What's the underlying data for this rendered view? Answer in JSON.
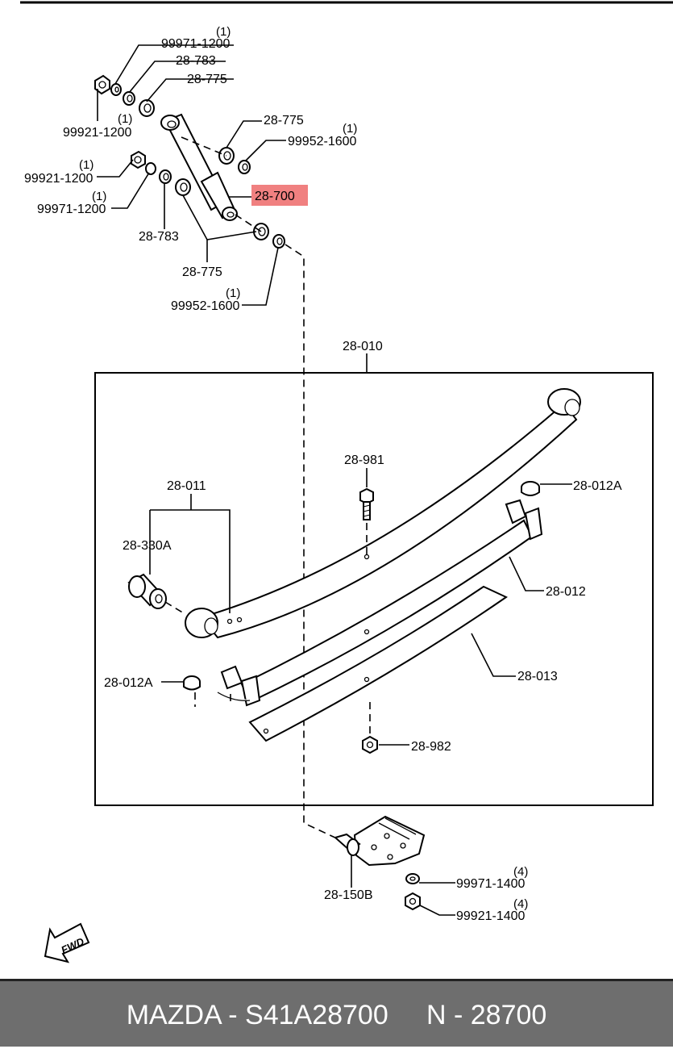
{
  "labels": {
    "l_99971_1200_top": "99971-1200",
    "l_99971_1200_top_qty": "(1)",
    "l_28_783_top": "28-783",
    "l_28_775_top": "28-775",
    "l_99921_1200_top": "99921-1200",
    "l_99921_1200_top_qty": "(1)",
    "l_28_775_mid": "28-775",
    "l_99952_1600_top": "99952-1600",
    "l_99952_1600_top_qty": "(1)",
    "l_99921_1200_mid": "99921-1200",
    "l_99921_1200_mid_qty": "(1)",
    "l_99971_1200_mid": "99971-1200",
    "l_99971_1200_mid_qty": "(1)",
    "l_28_700": "28-700",
    "l_28_783_mid": "28-783",
    "l_28_775_low": "28-775",
    "l_99952_1600_low": "99952-1600",
    "l_99952_1600_low_qty": "(1)",
    "l_28_010": "28-010",
    "l_28_981": "28-981",
    "l_28_012A_right": "28-012A",
    "l_28_011": "28-011",
    "l_28_330A": "28-330A",
    "l_28_012": "28-012",
    "l_28_012A_left": "28-012A",
    "l_28_013": "28-013",
    "l_28_982": "28-982",
    "l_28_150B": "28-150B",
    "l_99971_1400": "99971-1400",
    "l_99971_1400_qty": "(4)",
    "l_99921_1400": "99921-1400",
    "l_99921_1400_qty": "(4)",
    "fwd": "FWD"
  },
  "highlight_color": "#f08080",
  "footer": {
    "text": "MAZDA - S41A28700     N - 28700",
    "background": "#6e6e6e",
    "color": "#ffffff"
  }
}
